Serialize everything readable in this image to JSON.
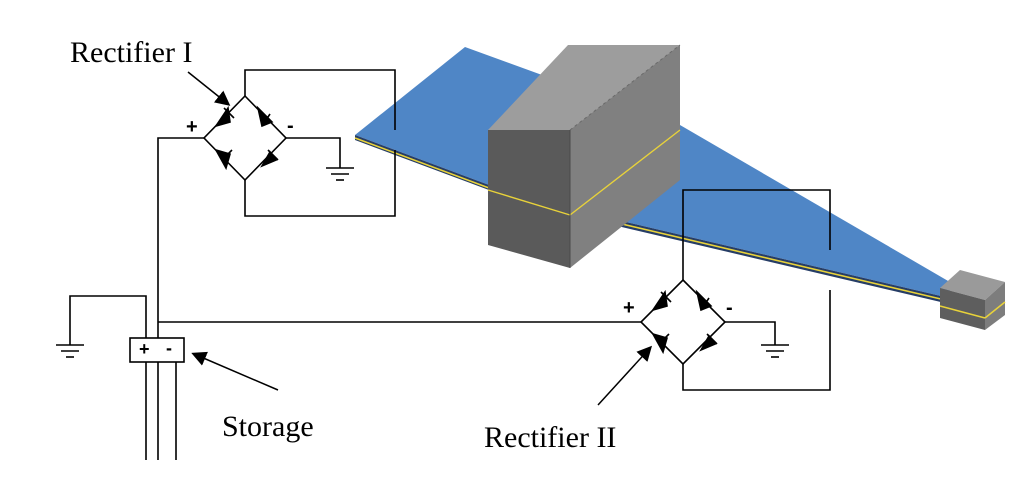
{
  "labels": {
    "rectifier_1": "Rectifier I",
    "rectifier_2": "Rectifier II",
    "storage": "Storage"
  },
  "polarity": {
    "r1_plus": "+",
    "r1_minus": "-",
    "r2_plus": "+",
    "r2_minus": "-",
    "storage_plus": "+",
    "storage_minus": "-"
  },
  "colors": {
    "beam": "#4f86c6",
    "beam_edge": "#2b4f82",
    "piezo_layer": "#e8d23a",
    "magnet_front": "#5a5a5a",
    "magnet_side": "#7d7d7d",
    "magnet_top": "#9a9a9a",
    "wire": "#000000"
  }
}
